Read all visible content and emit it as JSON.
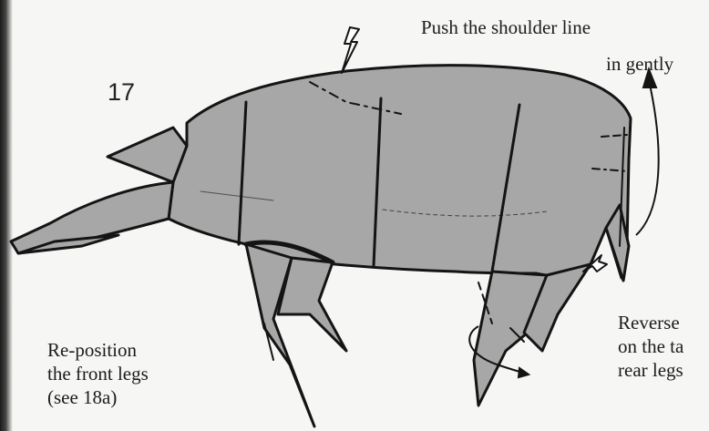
{
  "step": {
    "number": "17"
  },
  "instructions": {
    "shoulder": [
      "Push the shoulder line",
      "in gently"
    ],
    "reverse": [
      "Reverse",
      "on the ta",
      "rear legs"
    ],
    "front_legs": [
      "Re-position",
      "the front legs",
      "(see 18a)"
    ]
  },
  "colors": {
    "paper": "#f6f6f4",
    "model_fill": "#a7a7a7",
    "ink": "#141414"
  },
  "icons": [
    "push-arrow-icon",
    "rotate-arrow-icon",
    "reverse-fold-arrow-icon",
    "rotate-leg-arrow-icon"
  ]
}
